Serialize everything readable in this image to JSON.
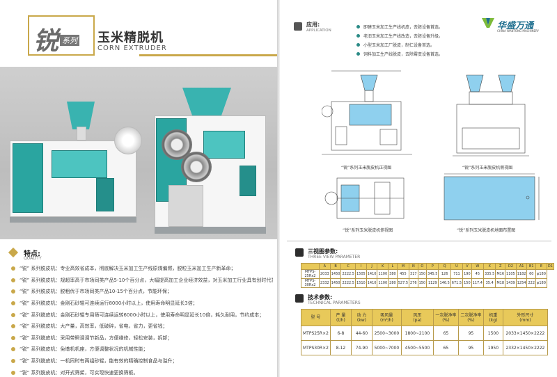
{
  "left": {
    "logo_glyph": "锐",
    "logo_series": "系列",
    "title": "玉米精脱机",
    "subtitle": "CORN EXTRUDER",
    "features_title": "特点:",
    "features_sub": "QUALITY",
    "features": [
      "“锐” 系列脱皮机：专业高效省成本，彻底解决玉米加工生产线原煤偏燃，脱粒玉米加工生产新革命；",
      "“锐” 系列脱皮机：规超率高于市场同类产品5-10个百分点，大幅提高加工企业经济效益，对玉米加工行业具有划时代意义；",
      "“锐” 系列脱皮机：脱粗优于市场同类产品10-15个百分点，节能环保；",
      "“锐” 系列脱皮机：金刚石砂辊可连续运行8000小时以上，使用寿命明显延长3倍；",
      "“锐” 系列脱皮机：金刚石砂辊专用筛可连续运转6000小时以上，使用寿命明显延长10倍，耗久耐用，节约成本；",
      "“锐” 系列脱皮机：大产量，高效率，低破碎，省电，省力，更省钱；",
      "“锐” 系列脱皮机：采用带瞬调调节新品，方便维修，轻松安装，拆卸；",
      "“锐” 系列脱皮机：免墩机机座，方便调整状况的机械性能；",
      "“锐” 系列脱皮机：一机同时有两组砂辊，能有效的精确控制食品与溢升；",
      "“锐” 系列脱皮机：对开式筛架，可实现快速更换筛板。"
    ]
  },
  "right": {
    "app_title": "应用:",
    "app_sub": "APPLICATION",
    "applications": [
      "即建玉米加工生产线机皮，去胚设备首选。",
      "老旧玉米加工生产线改造，去胚设备升级。",
      "小型玉米加工厂脱皮，制仁设备首选。",
      "饲料加工生产线脱皮，去除霉变设备首选。"
    ],
    "brand_name": "华盛万通",
    "brand_en": "CHINA WANTONG MACHINERY",
    "captions": {
      "front": "“锐”系列玉米脱皮机正视图",
      "side": "“锐”系列玉米脱皮机侧视图",
      "top": "“锐”系列玉米脱皮机俯视图",
      "foundation": "“锐”系列玉米脱皮机地面布置图"
    },
    "dims_title": "三视图参数:",
    "dims_sub": "THREE VIEW PARAMETER",
    "dims_header": [
      "A",
      "B",
      "C",
      "I",
      "J",
      "K",
      "L",
      "M",
      "N",
      "O",
      "P",
      "Q",
      "U",
      "V",
      "W",
      "X",
      "Z",
      "D2",
      "A1",
      "B1",
      "E",
      "D1"
    ],
    "dims_rows": [
      [
        "MTPS-25Rx2",
        "2033",
        "1450",
        "2222.5",
        "1505",
        "1410",
        "1100",
        "380",
        "455",
        "317",
        "150",
        "345.5",
        "126",
        "711",
        "190",
        "45",
        "335.5",
        "M16",
        "1105",
        "1182",
        "60",
        "φ180"
      ],
      [
        "MTPS-30Rx2",
        "2332",
        "1450",
        "2222.5",
        "1510",
        "1410",
        "1100",
        "280",
        "527.5",
        "276",
        "150",
        "1129",
        "146.5",
        "671.5",
        "150",
        "117.4",
        "35.4",
        "M18",
        "1439",
        "1254",
        "222",
        "φ180"
      ]
    ],
    "specs_title": "技术参数:",
    "specs_sub": "TECHNICAL PARAMETERS",
    "specs_header": [
      [
        "型 号",
        ""
      ],
      [
        "产 量",
        "(t/h)"
      ],
      [
        "动 力",
        "(kw)"
      ],
      [
        "吸风量",
        "(m³/h)"
      ],
      [
        "风压",
        "(pa)"
      ],
      [
        "一次脱净率",
        "(%)"
      ],
      [
        "二次脱净率",
        "(%)"
      ],
      [
        "机重",
        "(kg)"
      ],
      [
        "外形尺寸",
        "(mm)"
      ]
    ],
    "specs_rows": [
      [
        "MTPS25R×2",
        "6-8",
        "44-60",
        "2500~3000",
        "1800~2100",
        "65",
        "95",
        "1500",
        "2033×1450×2222"
      ],
      [
        "MTPS30R×2",
        "8-12",
        "74-90",
        "5000~7000",
        "4500~5500",
        "65",
        "95",
        "1950",
        "2332×1450×2222"
      ]
    ]
  },
  "colors": {
    "gold": "#c9a84a",
    "teal": "#2aa5a0",
    "table_header": "#e8c95a",
    "drawing_blue": "#8fd0ee"
  }
}
